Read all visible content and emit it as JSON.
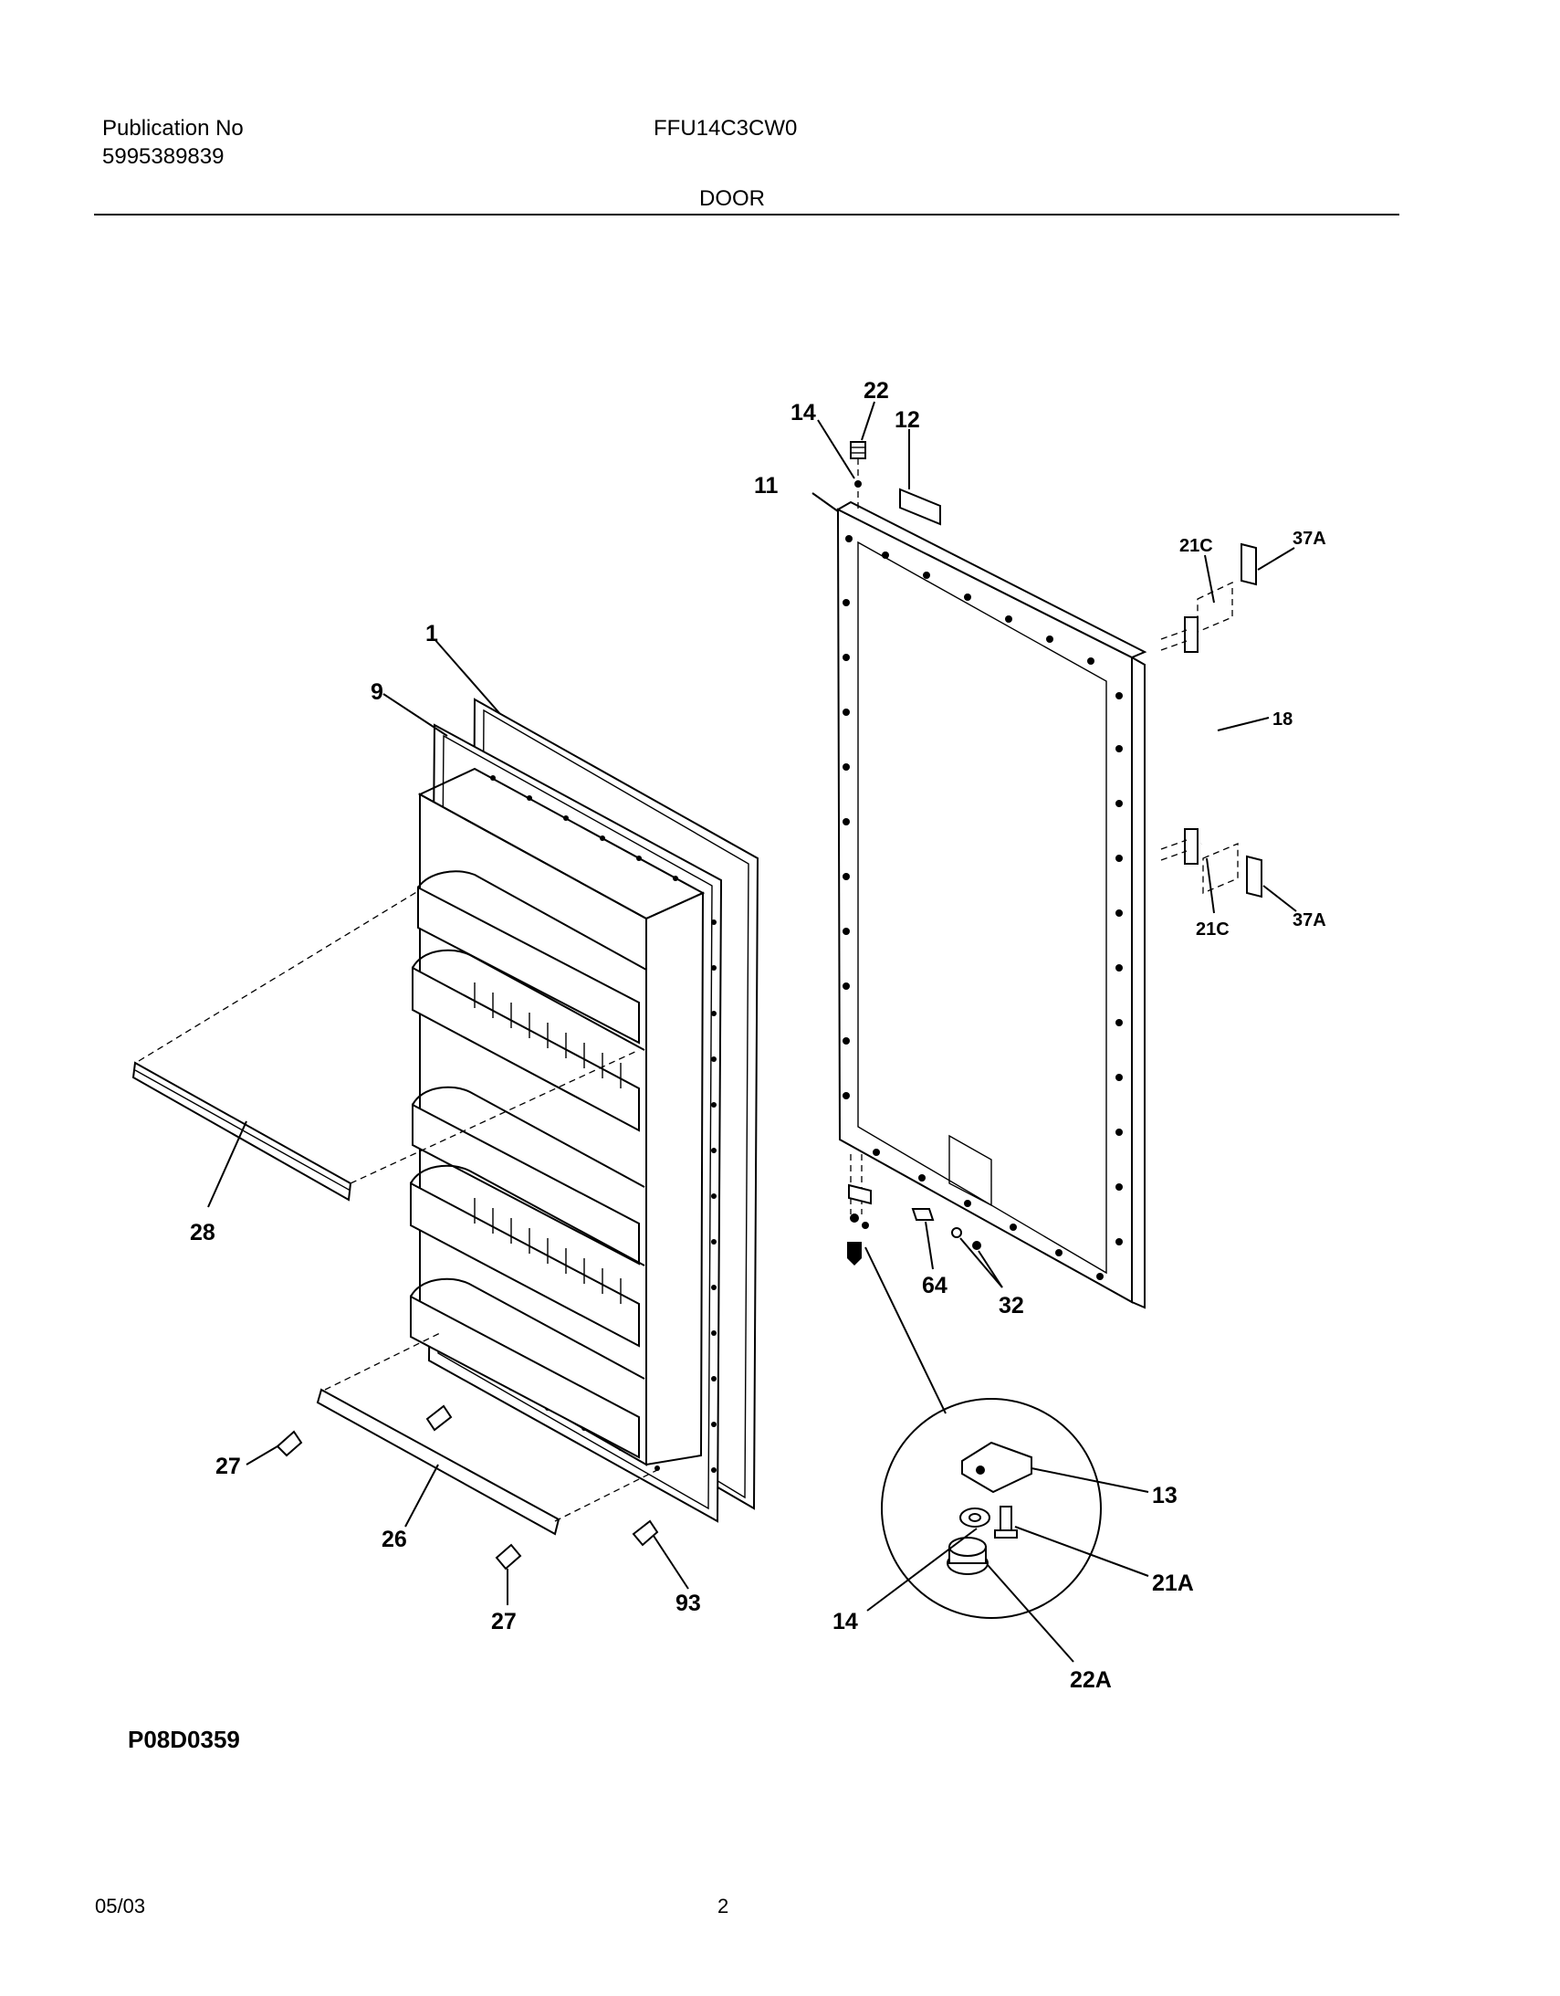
{
  "header": {
    "publication_label": "Publication No",
    "publication_number": "5995389839",
    "model": "FFU14C3CW0",
    "section": "DOOR"
  },
  "diagram": {
    "callouts": [
      "1",
      "9",
      "28",
      "27",
      "26",
      "27",
      "93",
      "22",
      "14",
      "12",
      "11",
      "21C",
      "37A",
      "18",
      "21C",
      "37A",
      "64",
      "32",
      "13",
      "21A",
      "14",
      "22A"
    ],
    "drawing_code": "P08D0359"
  },
  "footer": {
    "date": "05/03",
    "page": "2"
  }
}
